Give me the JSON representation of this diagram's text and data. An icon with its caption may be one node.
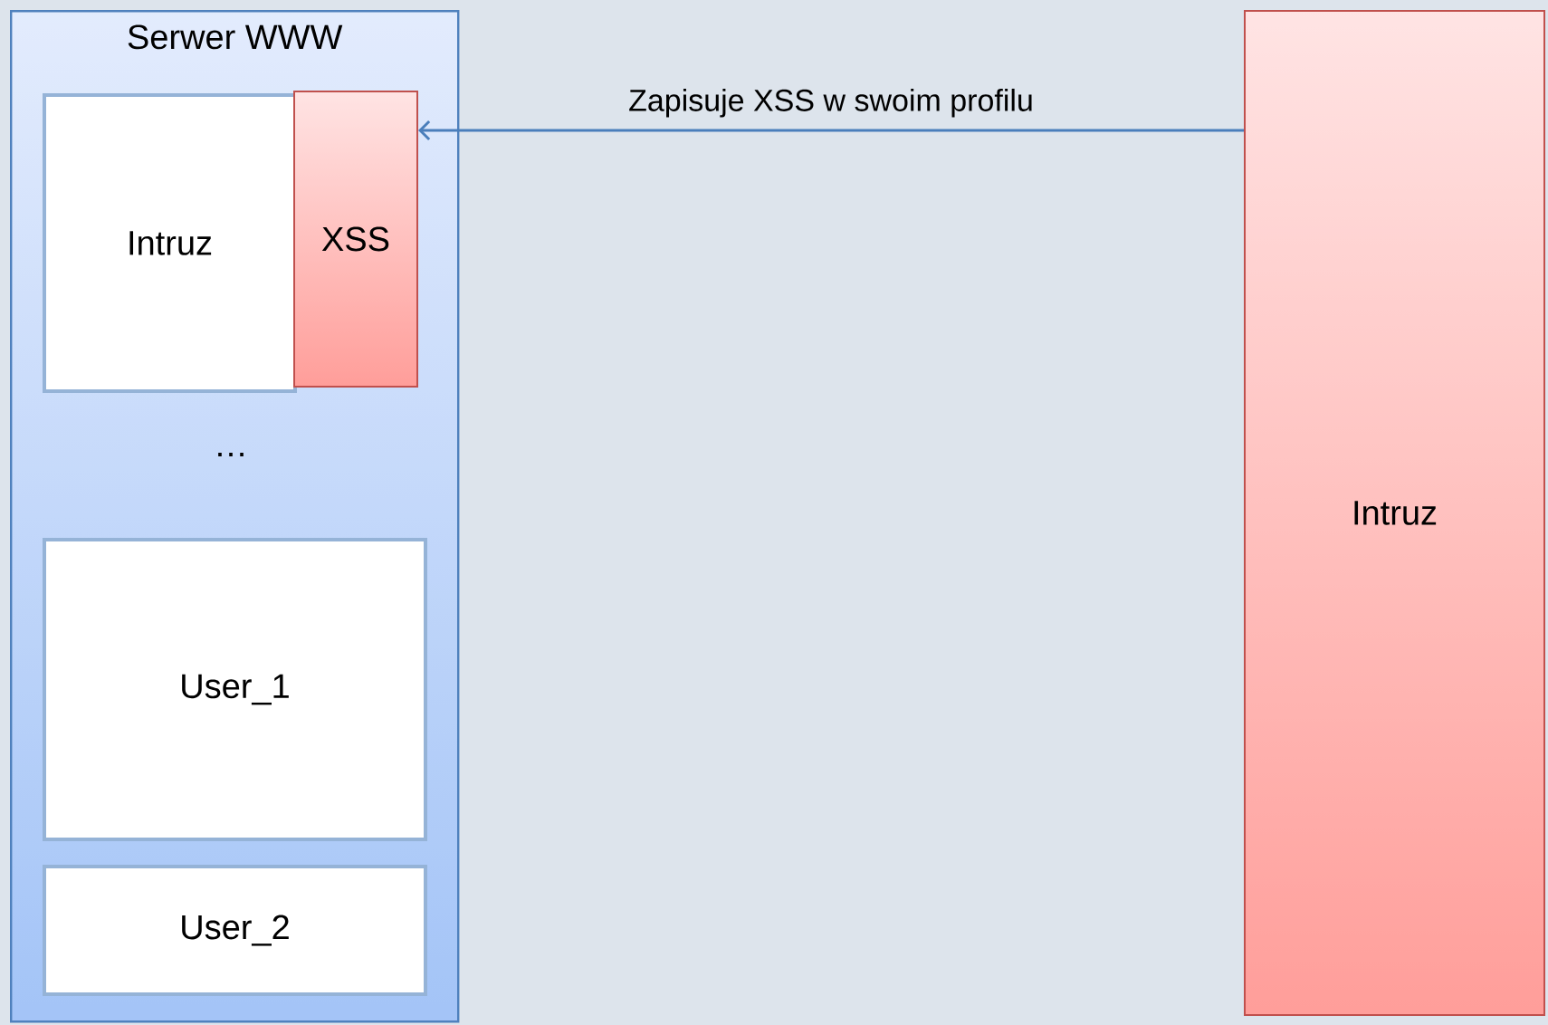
{
  "diagram": {
    "nodes": [
      {
        "text": [
          "Serwer WWW"
        ]
      },
      {
        "text": [
          "Intruz"
        ],
        "in": 0
      },
      {
        "text": [
          "XSS"
        ],
        "in": 0
      },
      {
        "text": [
          "User_1"
        ],
        "in": 0
      },
      {
        "text": [
          "User_2"
        ],
        "in": 0
      },
      {
        "text": [
          "Intruz"
        ]
      }
    ],
    "edges": [
      {
        "from": 5,
        "to": 2,
        "arrow": "to",
        "label": "Zapisuje XSS w swoim profilu"
      }
    ],
    "labels": [
      "…"
    ]
  }
}
